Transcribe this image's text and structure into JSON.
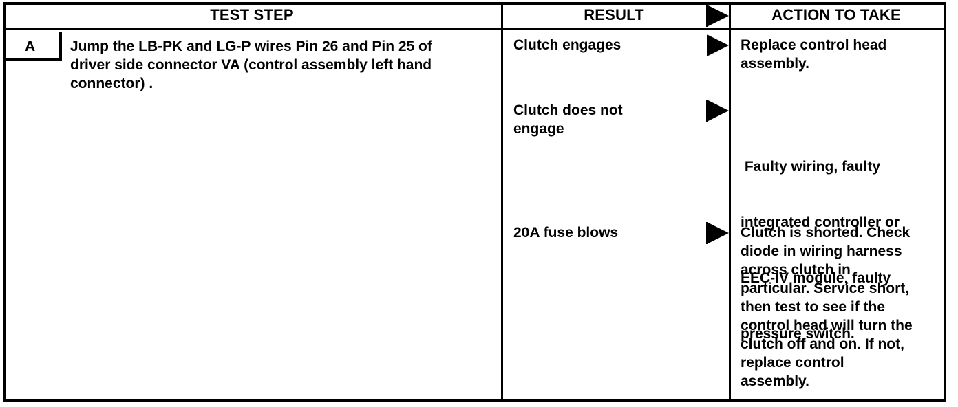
{
  "headers": {
    "test_step": "TEST STEP",
    "result": "RESULT",
    "action": "ACTION TO TAKE"
  },
  "step": {
    "letter": "A",
    "lines": [
      "Jump the LB-PK and LG-P wires Pin 26 and Pin 25 of",
      "driver side connector VA  (control assembly left hand",
      "connector) ."
    ]
  },
  "rows": [
    {
      "result_lines": [
        "Clutch engages"
      ],
      "action_lines": [
        "Replace control head",
        "assembly."
      ]
    },
    {
      "result_lines": [
        "Clutch does not",
        "engage"
      ],
      "action_lines": [
        " Faulty wiring, faulty",
        "integrated controller or",
        "EEC-IV module, faulty",
        "pressure switch."
      ]
    },
    {
      "result_lines": [
        "20A fuse blows"
      ],
      "action_lines": [
        "Clutch is shorted. Check",
        "diode in wiring harness",
        "across clutch in",
        "particular. Service short,",
        "then test to see if the",
        "control head will turn the",
        "clutch off and on. If not,",
        "replace control",
        "assembly."
      ]
    }
  ],
  "icons": {
    "header_arrow": "right-triangle-arrow",
    "row_arrow": "right-triangle-arrow"
  }
}
